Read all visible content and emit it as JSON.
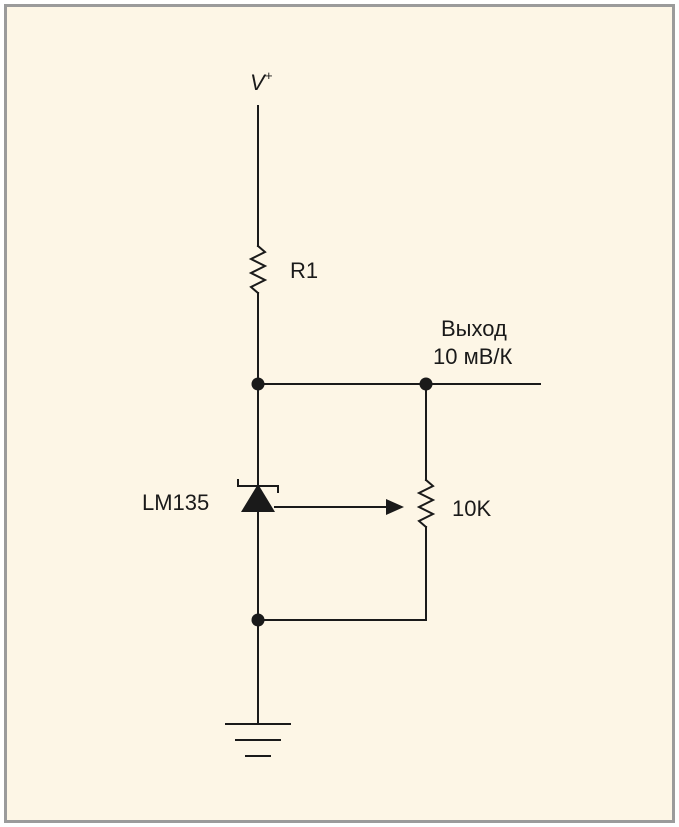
{
  "schematic": {
    "supply_label": "V",
    "supply_superscript": "+",
    "resistor_label": "R1",
    "output_label_line1": "Выход",
    "output_label_line2": "10 мВ/К",
    "sensor_label": "LM135",
    "potentiometer_label": "10K"
  }
}
